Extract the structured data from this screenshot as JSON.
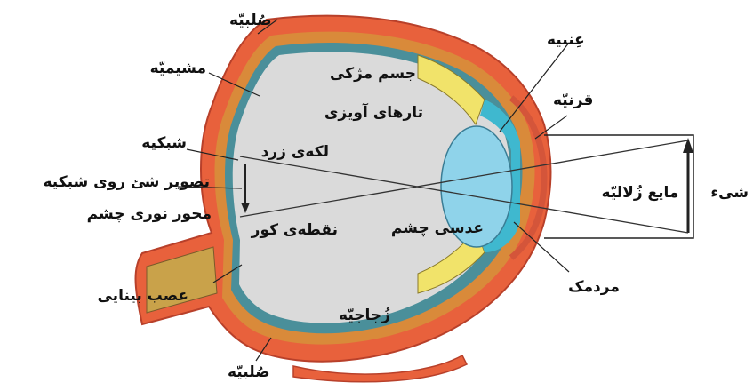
{
  "labels": {
    "sclera_top": "صُلبیّه",
    "choroid": "مشیمیّه",
    "ciliary_body": "جسم مژکی",
    "suspensory_fibers": "تارهای آویزی",
    "iris": "عِنبیه",
    "cornea": "قرنیّه",
    "retina": "شبکیه",
    "macula": "لکه‌ی زرد",
    "image_on_retina": "تصویر شئ روی شبکیه",
    "optical_axis": "محور نوری چشم",
    "blind_spot": "نقطه‌ی کور",
    "lens": "عدسی چشم",
    "aqueous_humor": "مایع زُلالیّه",
    "object": "شیء",
    "pupil": "مردمک",
    "optic_nerve": "عصب بینایی",
    "vitreous": "زُجاجیّه",
    "sclera_bottom": "صُلبیّه"
  },
  "colors": {
    "sclera": "#e8613c",
    "sclera_edge": "#b8402a",
    "choroid": "#d98a3a",
    "retina": "#4a8f9a",
    "vitreous": "#dadada",
    "ciliary": "#f1e36a",
    "lens": "#8fd3ea",
    "cornea_fluid": "#3fb8cf",
    "nerve": "#c9a24a"
  }
}
